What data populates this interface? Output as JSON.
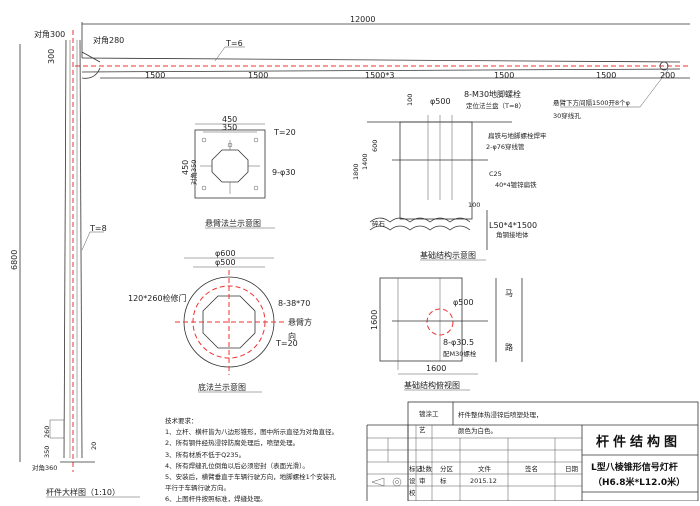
{
  "pole_elevation": {
    "total_length": "12000",
    "diag_top": "对角300",
    "diag_arm": "对角280",
    "height_300": "300",
    "arm_thickness": "T=6",
    "segments": [
      "1500",
      "1500",
      "1500*3",
      "1500",
      "1500",
      "200"
    ],
    "pole_height": "6800",
    "pole_thickness": "T=8",
    "dim_260": "260",
    "dim_350": "350",
    "dim_20": "20",
    "diag_base": "对角360",
    "caption": "杆件大样图（1:10）",
    "arm_note_1": "悬臂下方间隔1500开8个φ",
    "arm_note_2": "30穿线孔"
  },
  "arm_flange": {
    "outer": "450",
    "inner": "350",
    "side": "450",
    "side_inner": "对角350",
    "thickness": "T=20",
    "holes": "9-φ30",
    "caption": "悬臂法兰示意图"
  },
  "base_flange": {
    "outer": "φ600",
    "inner": "φ500",
    "door": "120*260检修门",
    "slots": "8-38*70",
    "direction": "悬臂方",
    "direction2": "向",
    "thickness": "T=20",
    "caption": "底法兰示意图"
  },
  "foundation_section": {
    "dim_100": "100",
    "dia": "φ500",
    "bolts": "8-M30地脚螺栓",
    "plate": "定位法兰盘（T=8）",
    "weld": "扁铁与地脚螺栓焊牢",
    "conduit": "2-φ76穿线管",
    "concrete": "C25",
    "flat_iron": "40*4镀锌扁铁",
    "dim_600": "600",
    "dim_1400": "1400",
    "dim_1800": "1800",
    "dim_100b": "100",
    "gravel": "碎石",
    "angle": "L50*4*1500",
    "angle_note": "角钢接地体",
    "caption": "基础结构示意图"
  },
  "foundation_plan": {
    "dia": "φ500",
    "side": "1600",
    "bottom": "1600",
    "bolts": "8-φ30.5",
    "bolts_note": "配M30螺栓",
    "road_1": "马",
    "road_2": "路",
    "caption": "基础结构俯视图"
  },
  "tech_notes": {
    "title": "技术要求：",
    "items": [
      "1、立杆、横杆皆为八边形锥形，图中所示直径为对角直径。",
      "2、所有钢件经热浸锌防腐处理后，喷塑处理。",
      "3、所有材质不低于Q235。",
      "4、所有焊缝孔位倒角以后必须密封（表面光滑）。",
      "5、安装后，横臂垂直于车辆行驶方向，地脚螺栓1个安装孔",
      "平行于车辆行驶方向。",
      "6、上图杆件按照标准，焊缝处理。"
    ]
  },
  "title_block": {
    "coating_label": "镀涂工",
    "coating_label2": "艺",
    "coating_text_1": "杆件整体热浸锌后喷塑处理，",
    "coating_text_2": "颜色为白色。",
    "row_labels": [
      "标记",
      "处数",
      "分区",
      "文件",
      "签名",
      "日期"
    ],
    "side_labels": [
      "设",
      "校",
      "审",
      "标"
    ],
    "date": "2015.12",
    "title": "杆件结构图",
    "subtitle": "L型八棱锥形信号灯杆",
    "spec": "（H6.8米*L12.0米）"
  }
}
